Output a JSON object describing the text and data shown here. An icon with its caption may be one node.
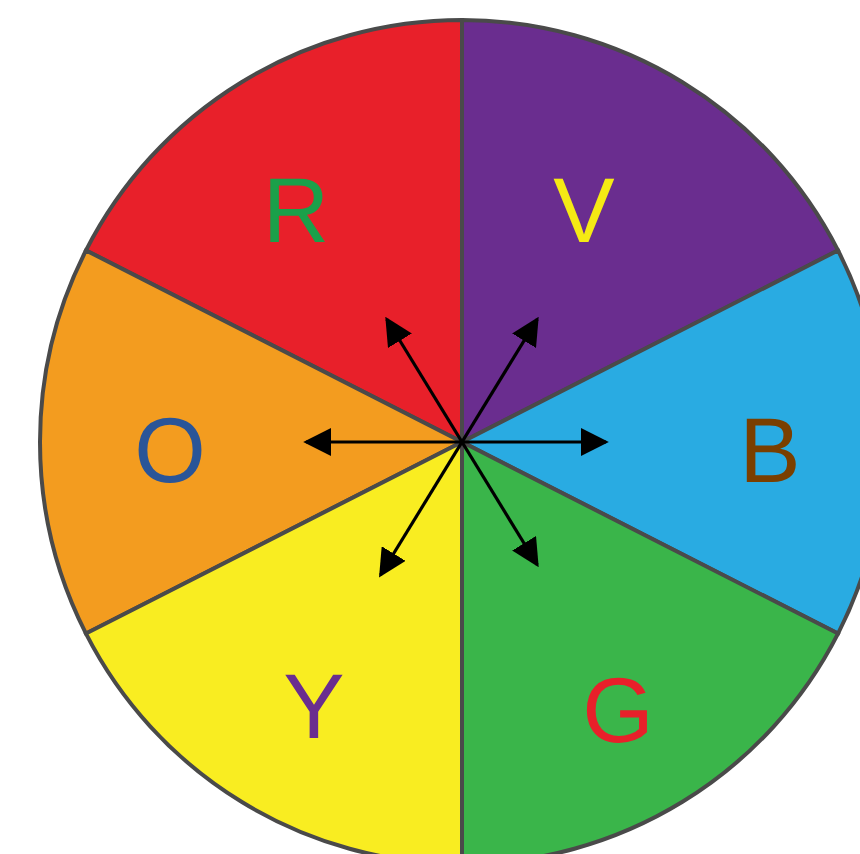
{
  "diagram": {
    "nodes": [
      {
        "text": [
          "R"
        ]
      },
      {
        "text": [
          "V"
        ]
      },
      {
        "text": [
          "O"
        ]
      },
      {
        "text": [
          "B"
        ]
      },
      {
        "text": [
          "Y"
        ]
      },
      {
        "text": [
          "G"
        ]
      }
    ],
    "edges": [
      {
        "from": 2,
        "to": 3,
        "arrow": "both"
      },
      {
        "from": 0,
        "to": 5,
        "arrow": "both"
      },
      {
        "from": 1,
        "to": 4,
        "arrow": "both"
      }
    ]
  }
}
